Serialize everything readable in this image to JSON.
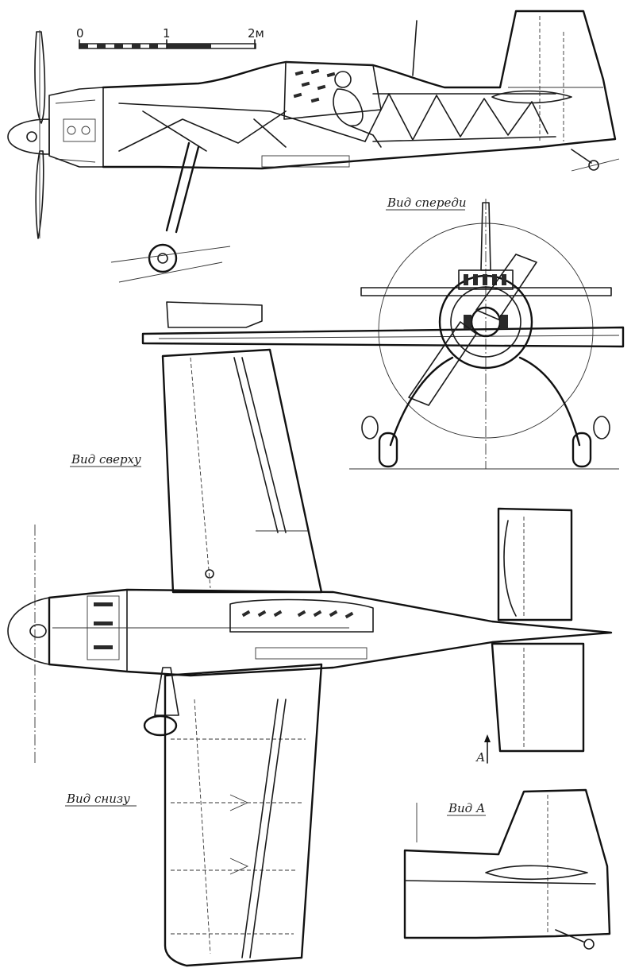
{
  "scale_bar": {
    "tick_0": "0",
    "tick_1": "1",
    "tick_2": "2м"
  },
  "labels": {
    "front_view": "Вид спереди",
    "top_view": "Вид сверху",
    "bottom_view": "Вид снизу",
    "view_a": "Вид А",
    "arrow_a": "А"
  }
}
